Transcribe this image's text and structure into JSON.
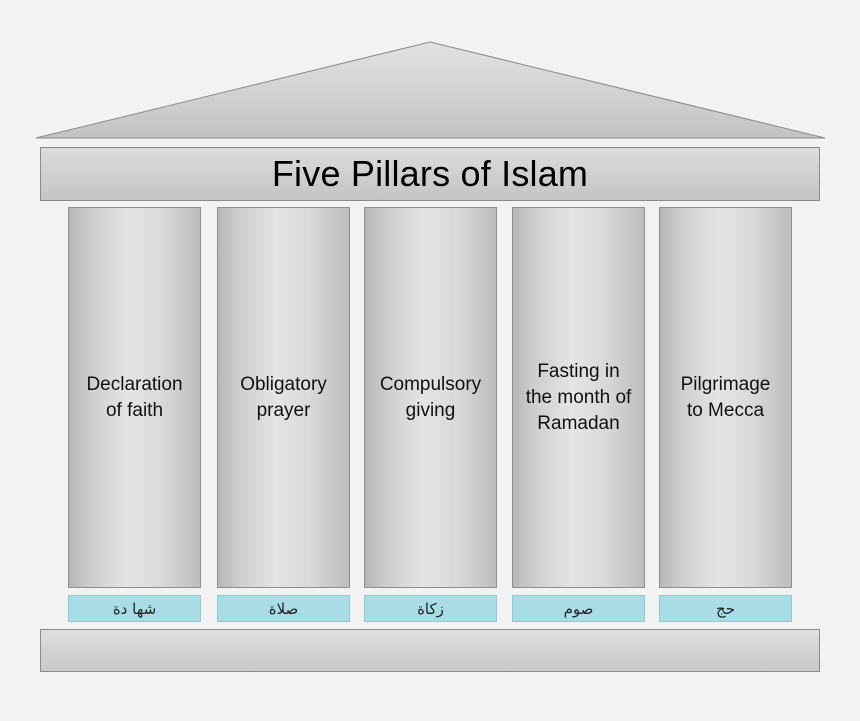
{
  "title": "Five Pillars of Islam",
  "pillars": [
    {
      "label": "Declaration\nof faith",
      "arabic": "شها دة"
    },
    {
      "label": "Obligatory\nprayer",
      "arabic": "صلاة"
    },
    {
      "label": "Compulsory\ngiving",
      "arabic": "زكاة"
    },
    {
      "label": "Fasting in\nthe month of\nRamadan",
      "arabic": "صوم"
    },
    {
      "label": "Pilgrimage\nto Mecca",
      "arabic": "حج"
    }
  ]
}
